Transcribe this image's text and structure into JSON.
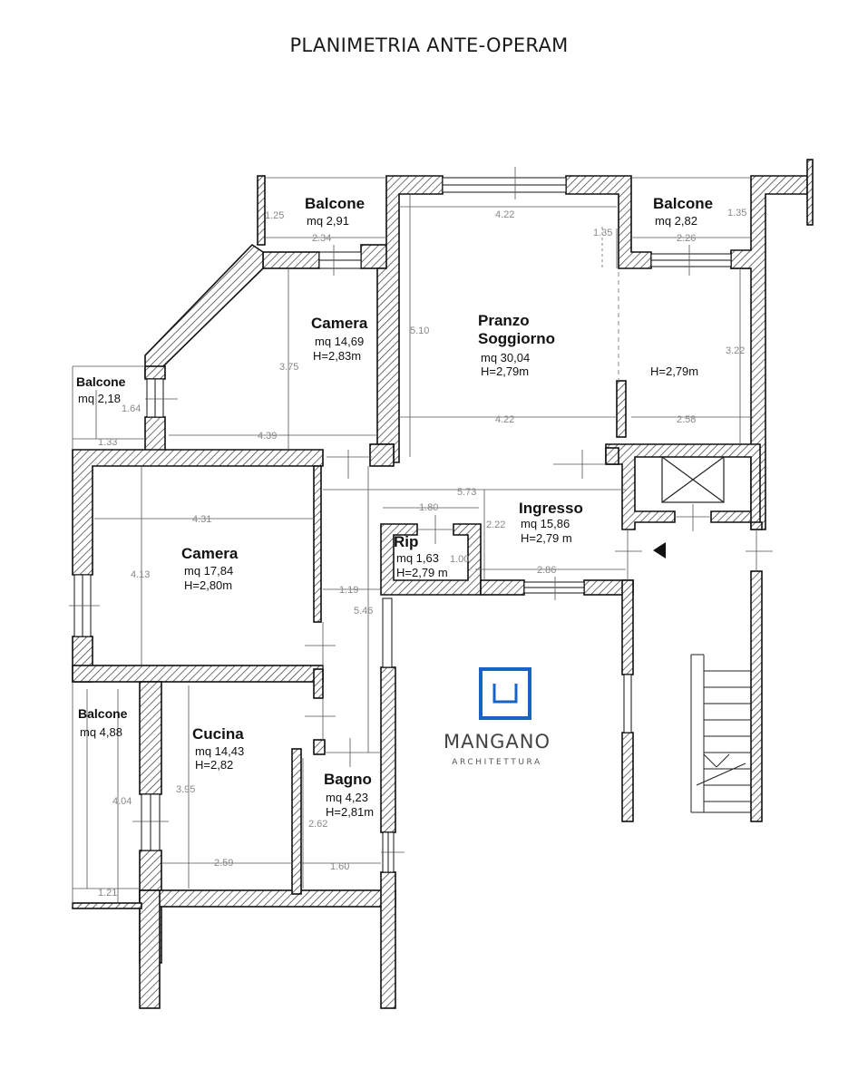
{
  "title": "PLANIMETRIA ANTE-OPERAM",
  "brand": {
    "name": "MANGANO",
    "subtitle": "ARCHITETTURA",
    "color": "#1a63c4"
  },
  "rooms": {
    "balcone_top_left": {
      "name": "Balcone",
      "area": "mq 2,91"
    },
    "balcone_top_right": {
      "name": "Balcone",
      "area": "mq 2,82"
    },
    "camera_top": {
      "name": "Camera",
      "area": "mq 14,69",
      "height": "H=2,83m"
    },
    "pranzo": {
      "name1": "Pranzo",
      "name2": "Soggiorno",
      "area": "mq 30,04",
      "height": "H=2,79m"
    },
    "pranzo_ext": {
      "height": "H=2,79m"
    },
    "balcone_left_mid": {
      "name": "Balcone",
      "area": "mq 2,18"
    },
    "camera_big": {
      "name": "Camera",
      "area": "mq 17,84",
      "height": "H=2,80m"
    },
    "ingresso": {
      "name": "Ingresso",
      "area": "mq 15,86",
      "height": "H=2,79 m"
    },
    "rip": {
      "name": "Rip",
      "area": "mq 1,63",
      "height": "H=2,79 m"
    },
    "balcone_bottom": {
      "name": "Balcone",
      "area": "mq 4,88"
    },
    "cucina": {
      "name": "Cucina",
      "area": "mq 14,43",
      "height": "H=2,82"
    },
    "bagno": {
      "name": "Bagno",
      "area": "mq 4,23",
      "height": "H=2,81m"
    }
  },
  "dims": {
    "d_1_25": "1.25",
    "d_2_34": "2.34",
    "d_4_22a": "4.22",
    "d_1_35a": "1.35",
    "d_2_26": "2.26",
    "d_1_35b": "1.35",
    "d_5_10": "5.10",
    "d_3_75": "3.75",
    "d_3_22": "3.22",
    "d_1_64": "1.64",
    "d_1_33": "1.33",
    "d_4_39": "4.39",
    "d_4_22b": "4.22",
    "d_2_58": "2.58",
    "d_5_73": "5.73",
    "d_1_80": "1.80",
    "d_4_31": "4.31",
    "d_2_22": "2.22",
    "d_1_00": "1.00",
    "d_4_13": "4.13",
    "d_2_86": "2.86",
    "d_1_19": "1.19",
    "d_5_46": "5.46",
    "d_4_04": "4.04",
    "d_3_95": "3.95",
    "d_2_62": "2.62",
    "d_2_59": "2.59",
    "d_1_60": "1.60",
    "d_1_21": "1.21"
  }
}
